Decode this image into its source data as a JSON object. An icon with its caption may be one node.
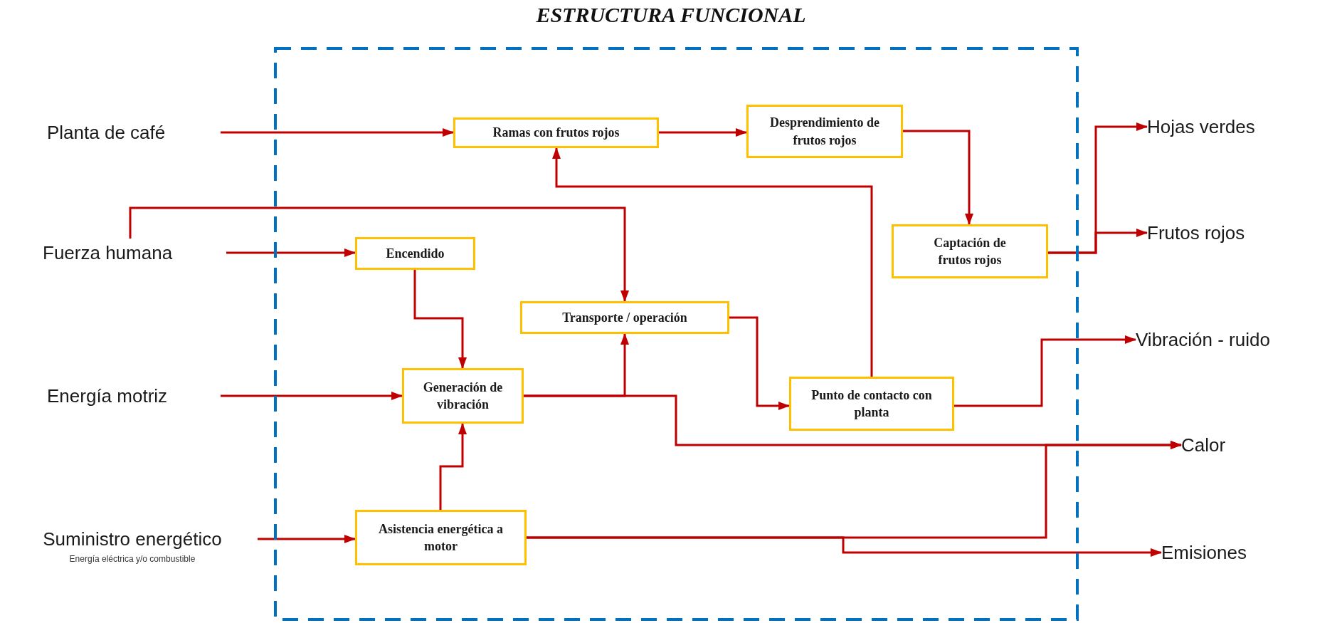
{
  "diagram": {
    "title": "ESTRUCTURA FUNCIONAL",
    "nodes": [
      {
        "text": [],
        "shape": "box"
      },
      {
        "text": [
          "Planta de café"
        ]
      },
      {
        "text": [
          "Fuerza humana"
        ]
      },
      {
        "text": [
          "Energía motriz"
        ]
      },
      {
        "text": [
          "Suministro energético"
        ],
        "beside": [
          "Energía eléctrica y/o combustible"
        ]
      },
      {
        "text": [
          "Ramas con frutos rojos"
        ],
        "in": 0
      },
      {
        "text": [
          "Desprendimiento de frutos rojos"
        ],
        "in": 0
      },
      {
        "text": [
          "Captación de frutos rojos"
        ],
        "in": 0
      },
      {
        "text": [
          "Encendido"
        ],
        "in": 0
      },
      {
        "text": [
          "Transporte / operación"
        ],
        "in": 0
      },
      {
        "text": [
          "Generación de vibración"
        ],
        "in": 0
      },
      {
        "text": [
          "Punto de contacto con planta"
        ],
        "in": 0
      },
      {
        "text": [
          "Asistencia energética a motor"
        ],
        "in": 0
      },
      {
        "text": [
          "Hojas verdes"
        ]
      },
      {
        "text": [
          "Frutos rojos"
        ]
      },
      {
        "text": [
          "Vibración - ruido"
        ]
      },
      {
        "text": [
          "Calor"
        ]
      },
      {
        "text": [
          "Emisiones"
        ]
      }
    ],
    "edges": [
      {
        "from": 1,
        "to": 5,
        "arrow": "to"
      },
      {
        "from": 5,
        "to": 6,
        "arrow": "to"
      },
      {
        "from": 6,
        "to": 7,
        "arrow": "to"
      },
      {
        "from": 7,
        "to": 13,
        "arrow": "to"
      },
      {
        "from": 7,
        "to": 14,
        "arrow": "to"
      },
      {
        "from": 2,
        "to": 8,
        "arrow": "to"
      },
      {
        "from": 2,
        "to": 9,
        "arrow": "to"
      },
      {
        "from": 8,
        "to": 10,
        "arrow": "to"
      },
      {
        "from": 3,
        "to": 10,
        "arrow": "to"
      },
      {
        "from": 10,
        "to": 9,
        "arrow": "to"
      },
      {
        "from": 10,
        "to": 16,
        "arrow": "to"
      },
      {
        "from": 9,
        "to": 11,
        "arrow": "to"
      },
      {
        "from": 11,
        "to": 5,
        "arrow": "to"
      },
      {
        "from": 11,
        "to": 15,
        "arrow": "to"
      },
      {
        "from": 12,
        "to": 10,
        "arrow": "to"
      },
      {
        "from": 4,
        "to": 12,
        "arrow": "to"
      },
      {
        "from": 12,
        "to": 16,
        "arrow": "to"
      },
      {
        "from": 12,
        "to": 17,
        "arrow": "to"
      }
    ]
  }
}
